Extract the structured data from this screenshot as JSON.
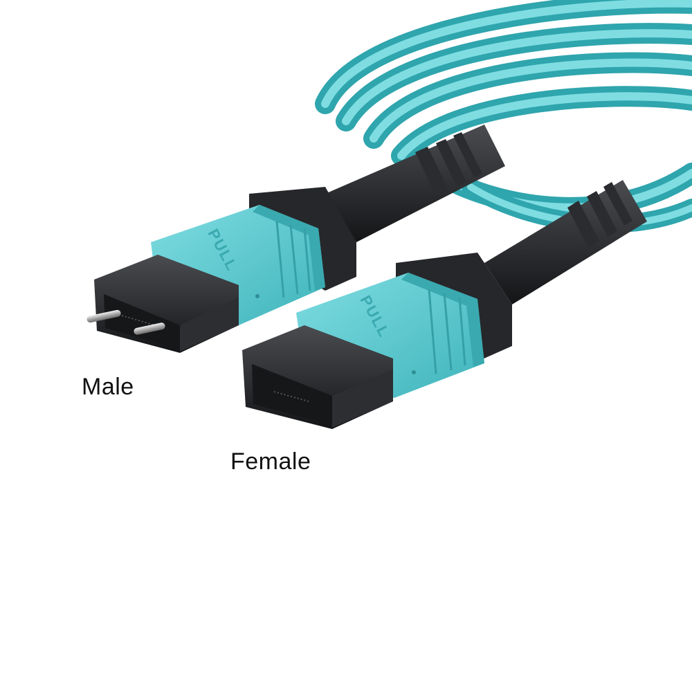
{
  "labels": {
    "male": "Male",
    "female": "Female"
  },
  "connector_marking": "PULL",
  "colors": {
    "cable_aqua": "#5fd0d6",
    "connector_housing": "#52c6cc",
    "boot_black": "#1e1f22",
    "background": "#ffffff"
  }
}
